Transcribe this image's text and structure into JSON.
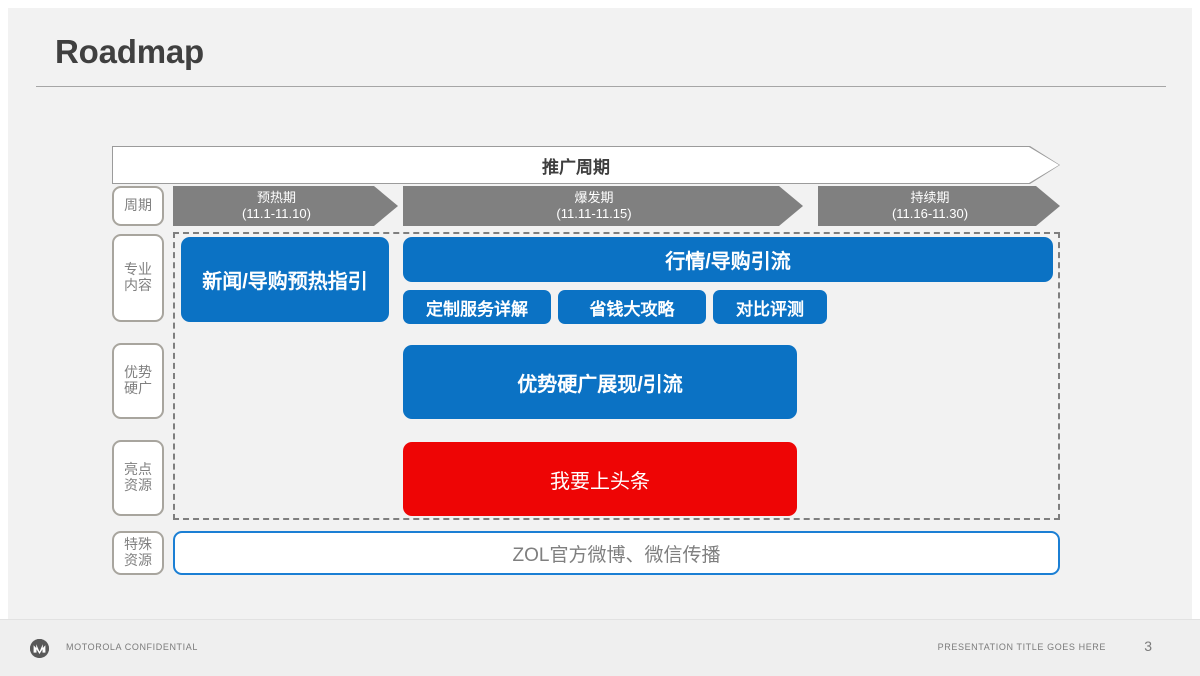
{
  "slide": {
    "title": "Roadmap",
    "page_number": "3"
  },
  "banner": {
    "label": "推广周期"
  },
  "row_labels": [
    {
      "name": "cycle",
      "line1": "周期",
      "line2": ""
    },
    {
      "name": "professional",
      "line1": "专业",
      "line2": "内容"
    },
    {
      "name": "advantage-hard-ad",
      "line1": "优势",
      "line2": "硬广"
    },
    {
      "name": "highlight",
      "line1": "亮点",
      "line2": "资源"
    },
    {
      "name": "special",
      "line1": "特殊",
      "line2": "资源"
    }
  ],
  "phases": [
    {
      "name": "warmup",
      "title": "预热期",
      "dates": "(11.1-11.10)"
    },
    {
      "name": "explosion",
      "title": "爆发期",
      "dates": "(11.11-11.15)"
    },
    {
      "name": "sustain",
      "title": "持续期",
      "dates": "(11.16-11.30)"
    }
  ],
  "content": {
    "warmup_box": "新闻/导购预热指引",
    "traffic_box": "行情/导购引流",
    "tags": [
      "定制服务详解",
      "省钱大攻略",
      "对比评测"
    ],
    "hard_ad_box": "优势硬广展现/引流",
    "headline_box": "我要上头条",
    "special_bar": "ZOL官方微博、微信传播"
  },
  "footer": {
    "confidential": "MOTOROLA CONFIDENTIAL",
    "presentation_title": "PRESENTATION TITLE  GOES  HERE"
  },
  "colors": {
    "blue": "#0b72c4",
    "red": "#ee0505",
    "gray": "#808080",
    "background": "#f2f2f2"
  }
}
